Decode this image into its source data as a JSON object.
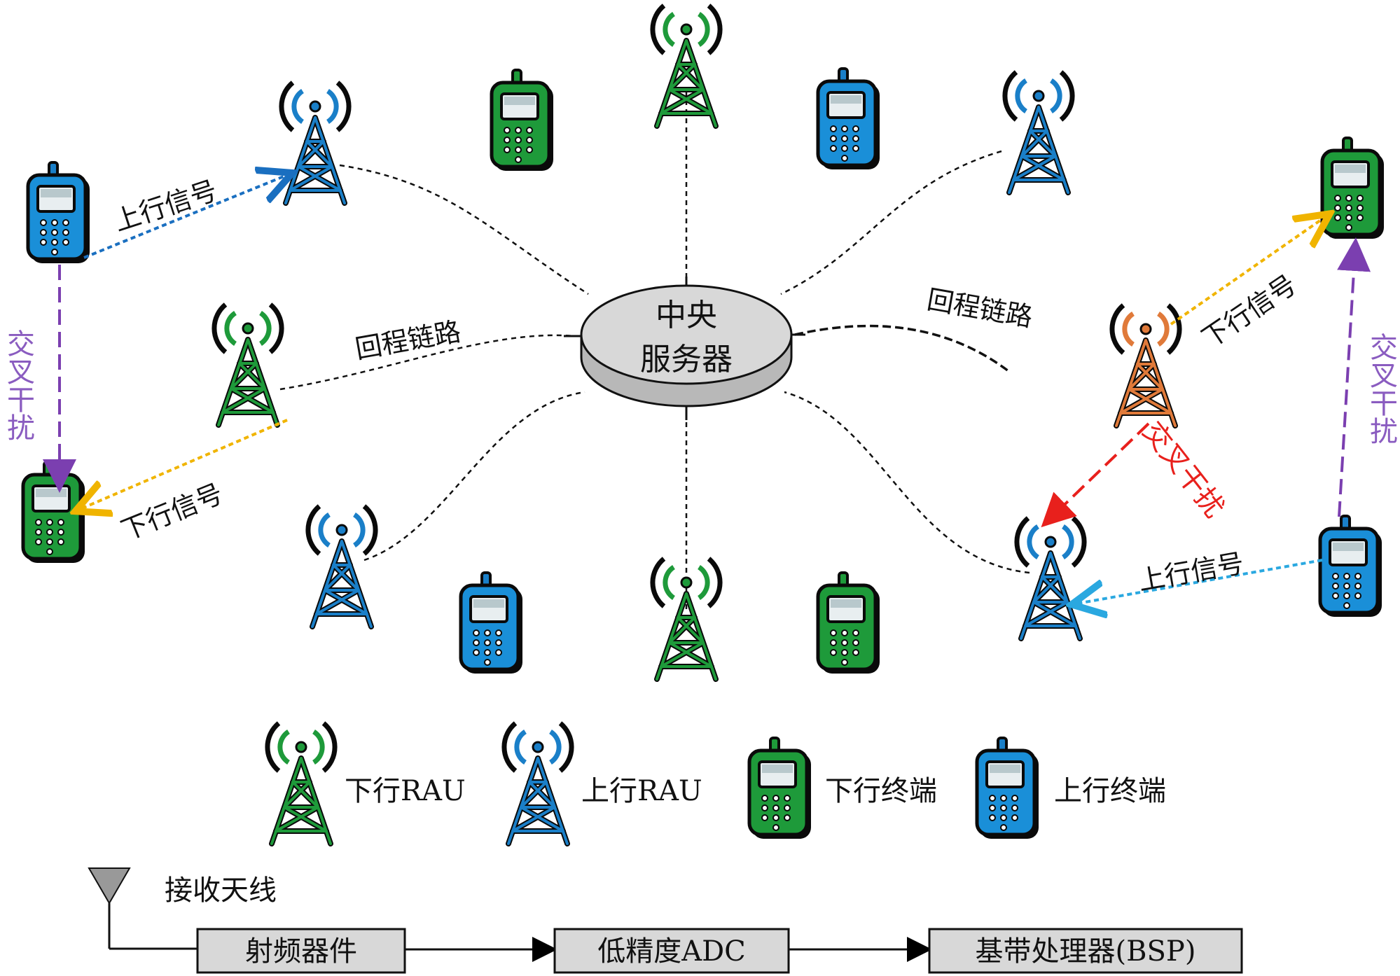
{
  "server": {
    "line1": "中央",
    "line2": "服务器"
  },
  "backhaul": {
    "left_label": "回程链路",
    "right_label": "回程链路"
  },
  "signals": {
    "left_uplink": "上行信号",
    "left_downlink": "下行信号",
    "right_downlink": "下行信号",
    "right_uplink": "上行信号"
  },
  "interference": {
    "left": "交叉干扰",
    "right": "交叉干扰",
    "center": "交叉干扰"
  },
  "legend": {
    "downlink_rau": "下行RAU",
    "uplink_rau": "上行RAU",
    "downlink_terminal": "下行终端",
    "uplink_terminal": "上行终端"
  },
  "receiver_chain": {
    "antenna_label": "接收天线",
    "block1": "射频器件",
    "block2": "低精度ADC",
    "block3": "基带处理器(BSP)"
  },
  "colors": {
    "green": "#1e9a3a",
    "blue": "#1a7fc8",
    "orange": "#e07a3a",
    "purple": "#7b3fb0",
    "red": "#e8201c",
    "uplink_line": "#1a6fc0",
    "downlink_line": "#f0b400",
    "uplink_line_light": "#2aa8e0"
  }
}
